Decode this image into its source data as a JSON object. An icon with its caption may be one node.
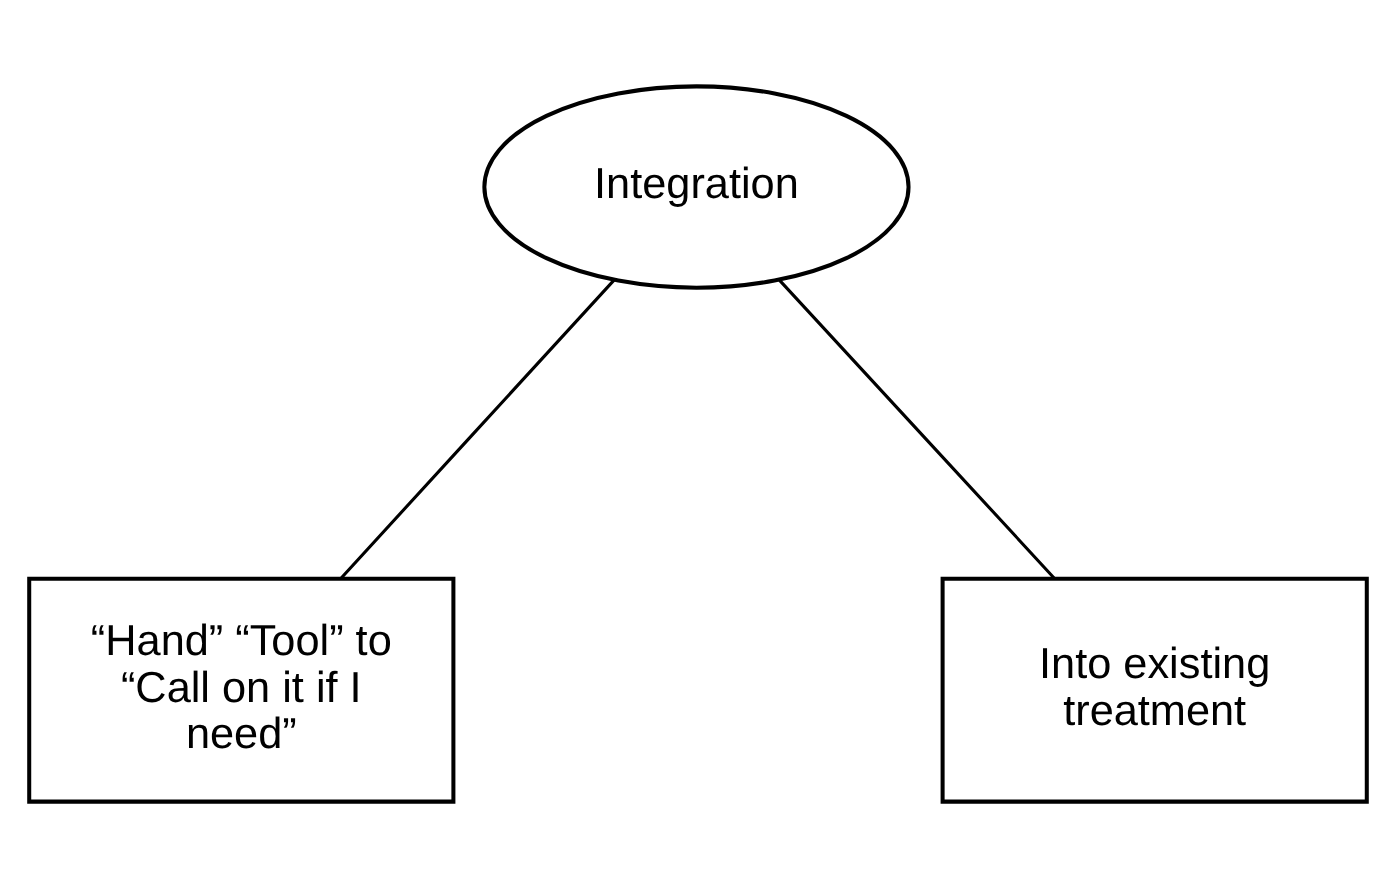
{
  "diagram": {
    "nodes": [
      {
        "text": [
          "Integration"
        ]
      },
      {
        "text": [
          "“Hand” “Tool” to “Call on it if I need”"
        ]
      },
      {
        "text": [
          "Into existing treatment"
        ]
      }
    ],
    "edges": [
      {
        "from": 0,
        "to": 1,
        "arrow": "none"
      },
      {
        "from": 0,
        "to": 2,
        "arrow": "none"
      }
    ]
  }
}
